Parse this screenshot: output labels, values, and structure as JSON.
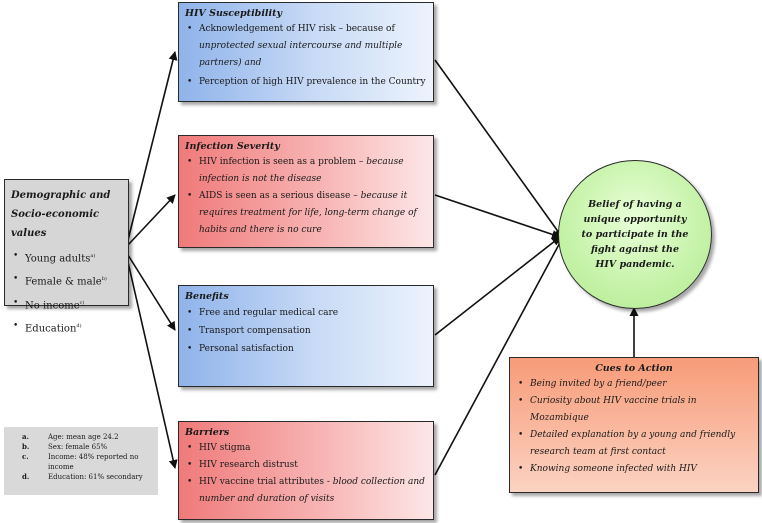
{
  "demographic": {
    "title_line1": "Demographic and",
    "title_line2": "Socio-economic values",
    "items": [
      {
        "label": "Young adults",
        "sup": "a)"
      },
      {
        "label": "Female & male",
        "sup": "b)"
      },
      {
        "label": "No income",
        "sup": "c)"
      },
      {
        "label": "Education",
        "sup": "d)"
      }
    ]
  },
  "legend": {
    "items": [
      {
        "key": "a.",
        "text": "Age: mean age 24.2"
      },
      {
        "key": "b.",
        "text": "Sex: female 65%"
      },
      {
        "key": "c.",
        "text": "Income: 48% reported no income"
      },
      {
        "key": "d.",
        "text": "Education: 61% secondary"
      }
    ]
  },
  "susceptibility": {
    "title": "HIV Susceptibility",
    "item1_plain": "Acknowledgement of HIV risk – because of",
    "item1_italic": "unprotected sexual intercourse and multiple partners) and",
    "item2": "Perception of high HIV prevalence in the Country"
  },
  "severity": {
    "title": "Infection Severity",
    "item1_plain": "HIV infection is seen as a problem –",
    "item1_italic": "because infection is not the disease",
    "item2_plain": "AIDS is seen as a serious disease –",
    "item2_italic": "because it requires treatment for life, long-term change of habits and there is no cure"
  },
  "benefits": {
    "title": "Benefits",
    "items": [
      "Free and regular medical care",
      "Transport compensation",
      "Personal satisfaction"
    ]
  },
  "barriers": {
    "title": "Barriers",
    "item1": "HIV stigma",
    "item2": "HIV research distrust",
    "item3_plain": "HIV vaccine trial attributes -",
    "item3_italic": "blood collection and number and duration of visits"
  },
  "belief": {
    "text": "Belief of having a unique opportunity to participate in the fight against the HIV pandemic."
  },
  "cues": {
    "title": "Cues to Action",
    "items": [
      "Being invited by a friend/peer",
      "Curiosity about HIV vaccine trials in Mozambique",
      "Detailed explanation by a young and friendly research team at first contact",
      "Knowing someone infected with HIV"
    ]
  }
}
